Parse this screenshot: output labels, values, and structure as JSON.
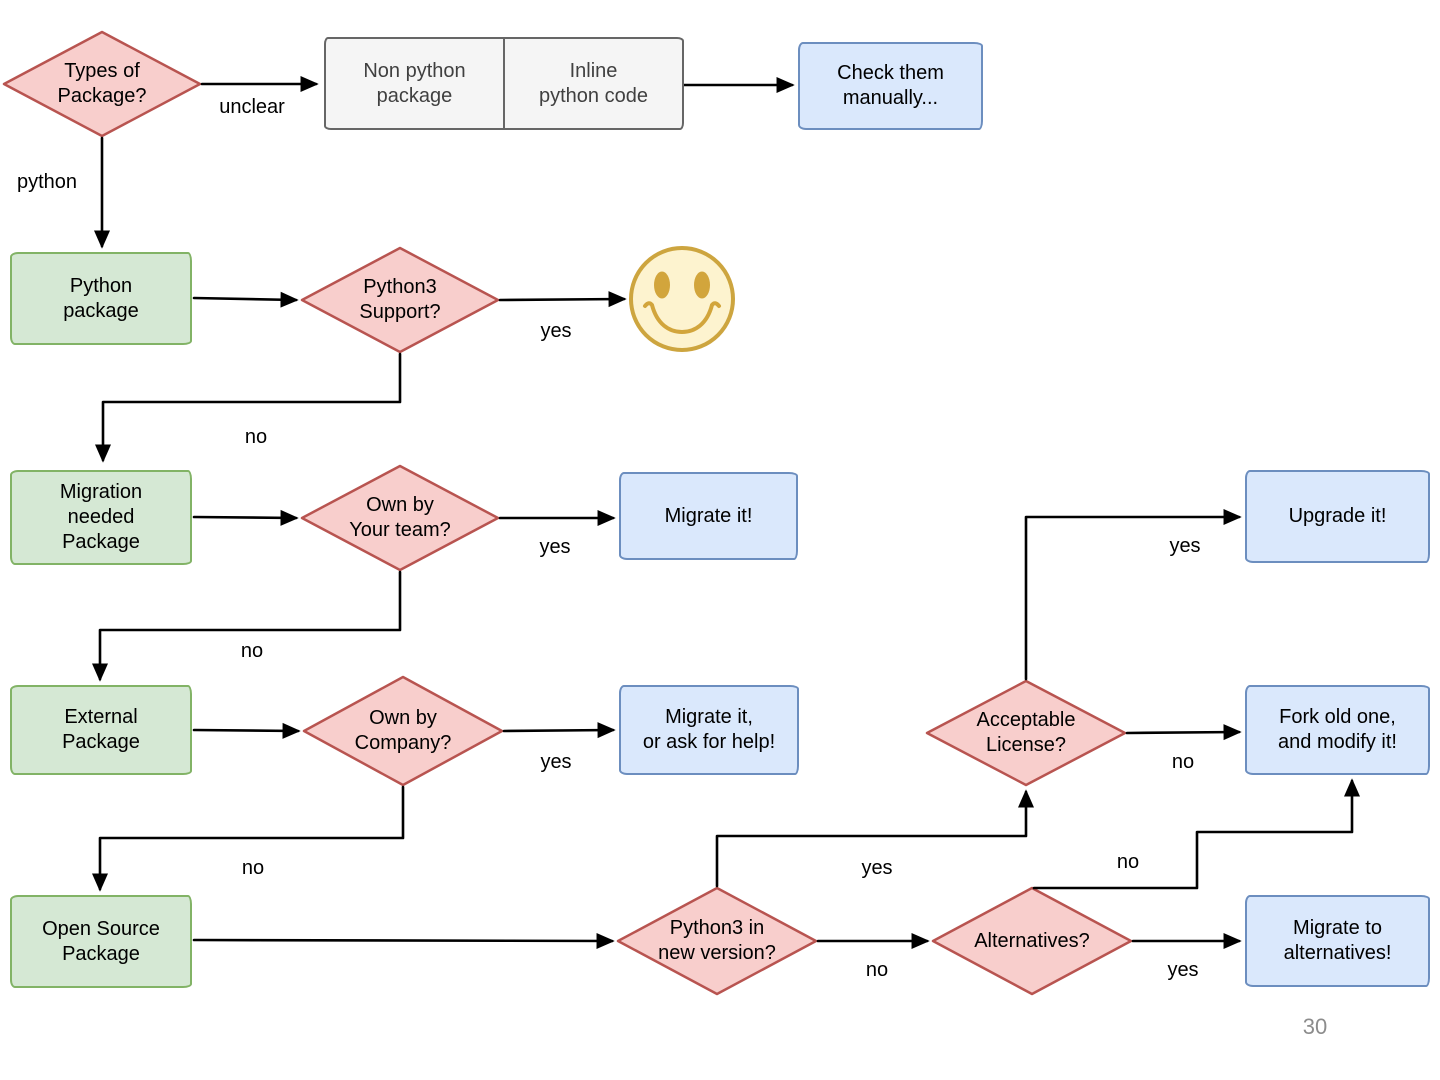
{
  "colors": {
    "decision_fill": "#F8CECC",
    "decision_stroke": "#B85450",
    "process_fill": "#D5E8D4",
    "process_stroke": "#82B366",
    "result_fill": "#DAE8FC",
    "result_stroke": "#6C8EBF",
    "group_fill": "#F5F5F5",
    "group_stroke": "#666666",
    "group_text": "#404040",
    "smiley_fill": "#FDF3CF",
    "smiley_stroke": "#CDA53F",
    "smiley_feature": "#D2A53C",
    "edge_stroke": "#000000",
    "page_number_color": "#8C8C8C"
  },
  "icons": {
    "smiley": "smiley-face"
  },
  "nodes": {
    "types_of_package": {
      "label": "Types of\nPackage?"
    },
    "non_python_package": {
      "label": "Non python\npackage"
    },
    "inline_python_code": {
      "label": "Inline\npython code"
    },
    "check_manually": {
      "label": "Check them\nmanually..."
    },
    "python_package": {
      "label": "Python\npackage"
    },
    "python3_support": {
      "label": "Python3\nSupport?"
    },
    "migration_needed": {
      "label": "Migration\nneeded\nPackage"
    },
    "own_by_team": {
      "label": "Own by\nYour team?"
    },
    "migrate_it": {
      "label": "Migrate it!"
    },
    "external_package": {
      "label": "External\nPackage"
    },
    "own_by_company": {
      "label": "Own by\nCompany?"
    },
    "migrate_or_ask": {
      "label": "Migrate it,\nor ask for help!"
    },
    "open_source_package": {
      "label": "Open Source\nPackage"
    },
    "python3_in_new_version": {
      "label": "Python3 in\nnew version?"
    },
    "alternatives": {
      "label": "Alternatives?"
    },
    "migrate_to_alternatives": {
      "label": "Migrate to\nalternatives!"
    },
    "acceptable_license": {
      "label": "Acceptable\nLicense?"
    },
    "upgrade_it": {
      "label": "Upgrade it!"
    },
    "fork_old_one": {
      "label": "Fork old one,\nand modify it!"
    }
  },
  "edge_labels": {
    "unclear": "unclear",
    "python": "python",
    "python3_support_yes": "yes",
    "python3_support_no": "no",
    "own_by_team_yes": "yes",
    "own_by_team_no": "no",
    "own_by_company_yes": "yes",
    "own_by_company_no": "no",
    "python3_in_new_version_yes": "yes",
    "python3_in_new_version_no": "no",
    "alternatives_yes": "yes",
    "alternatives_no": "no",
    "acceptable_license_yes": "yes",
    "acceptable_license_no": "no"
  },
  "page_number": "30"
}
